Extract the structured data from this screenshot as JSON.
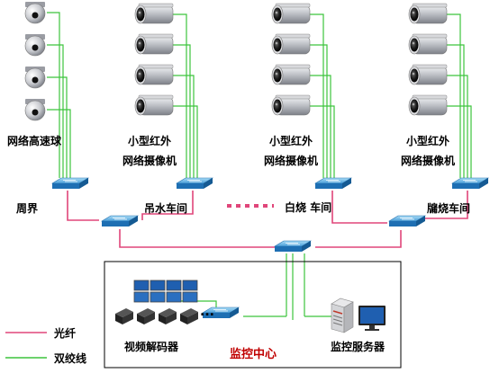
{
  "colors": {
    "fiber": "#e0467a",
    "twisted_pair": "#3cc43c",
    "switch_top": "#6ab8e8",
    "switch_side": "#1e6fb3",
    "camera_body": "#b9bcc2",
    "monitor_screen": "#1f5fb0",
    "title_red": "#c00000"
  },
  "groups": {
    "zhoujie": {
      "camera_label": "网络高速球",
      "site_label": "周界"
    },
    "diaoshui": {
      "camera_label_line1": "小型红外",
      "camera_label_line2": "网络摄像机",
      "site_label": "吊水车间"
    },
    "baishao": {
      "camera_label_line1": "小型红外",
      "camera_label_line2": "网络摄像机",
      "site_label": "白烧 车间"
    },
    "paishao": {
      "camera_label_line1": "小型红外",
      "camera_label_line2": "网络摄像机",
      "site_label": "牖烧车间"
    }
  },
  "monitoring_center": {
    "title": "监控中心",
    "decoder_label": "视频解码器",
    "server_label": "监控服务器",
    "ellipsis": "..."
  },
  "legend": {
    "fiber_label": "光纤",
    "twisted_pair_label": "双绞线"
  },
  "icons": {
    "dome": "dome-camera-icon",
    "bullet": "ir-bullet-camera-icon",
    "switch": "network-switch-icon",
    "video_wall": "video-wall-icon",
    "decoder": "video-decoder-icon",
    "server": "server-icon",
    "monitor": "monitor-icon"
  }
}
